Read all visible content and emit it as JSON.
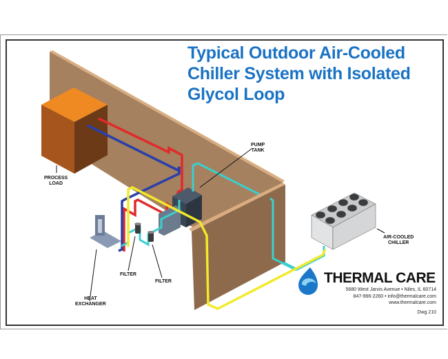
{
  "title": {
    "lines": [
      "Typical Outdoor Air-Cooled",
      "Chiller System with Isolated",
      "Glycol Loop"
    ]
  },
  "labels": {
    "process_load": [
      "PROCESS",
      "LOAD"
    ],
    "pump_tank": [
      "PUMP",
      "TANK"
    ],
    "air_cooled_chiller": [
      "AIR-COOLED",
      "CHILLER"
    ],
    "heat_exchanger": [
      "HEAT",
      "EXCHANGER"
    ],
    "filter_1": "FILTER",
    "filter_2": "FILTER"
  },
  "company": {
    "name": "THERMAL CARE",
    "address": "5680 West Jarvis Avenue • Niles, IL 60714",
    "contact": "847-966-2260 • info@thermalcare.com",
    "website": "www.thermalcare.com",
    "drawing": "Dwg 210"
  },
  "colors": {
    "title": "#1a72c4",
    "hot_pipe": "#e02a2a",
    "return_pipe": "#2a3fa8",
    "glycol_pipe": "#3ccfd0",
    "chiller_pipe": "#f2ea2a",
    "wall": "#a57c58",
    "process_load": "#e8801e"
  }
}
